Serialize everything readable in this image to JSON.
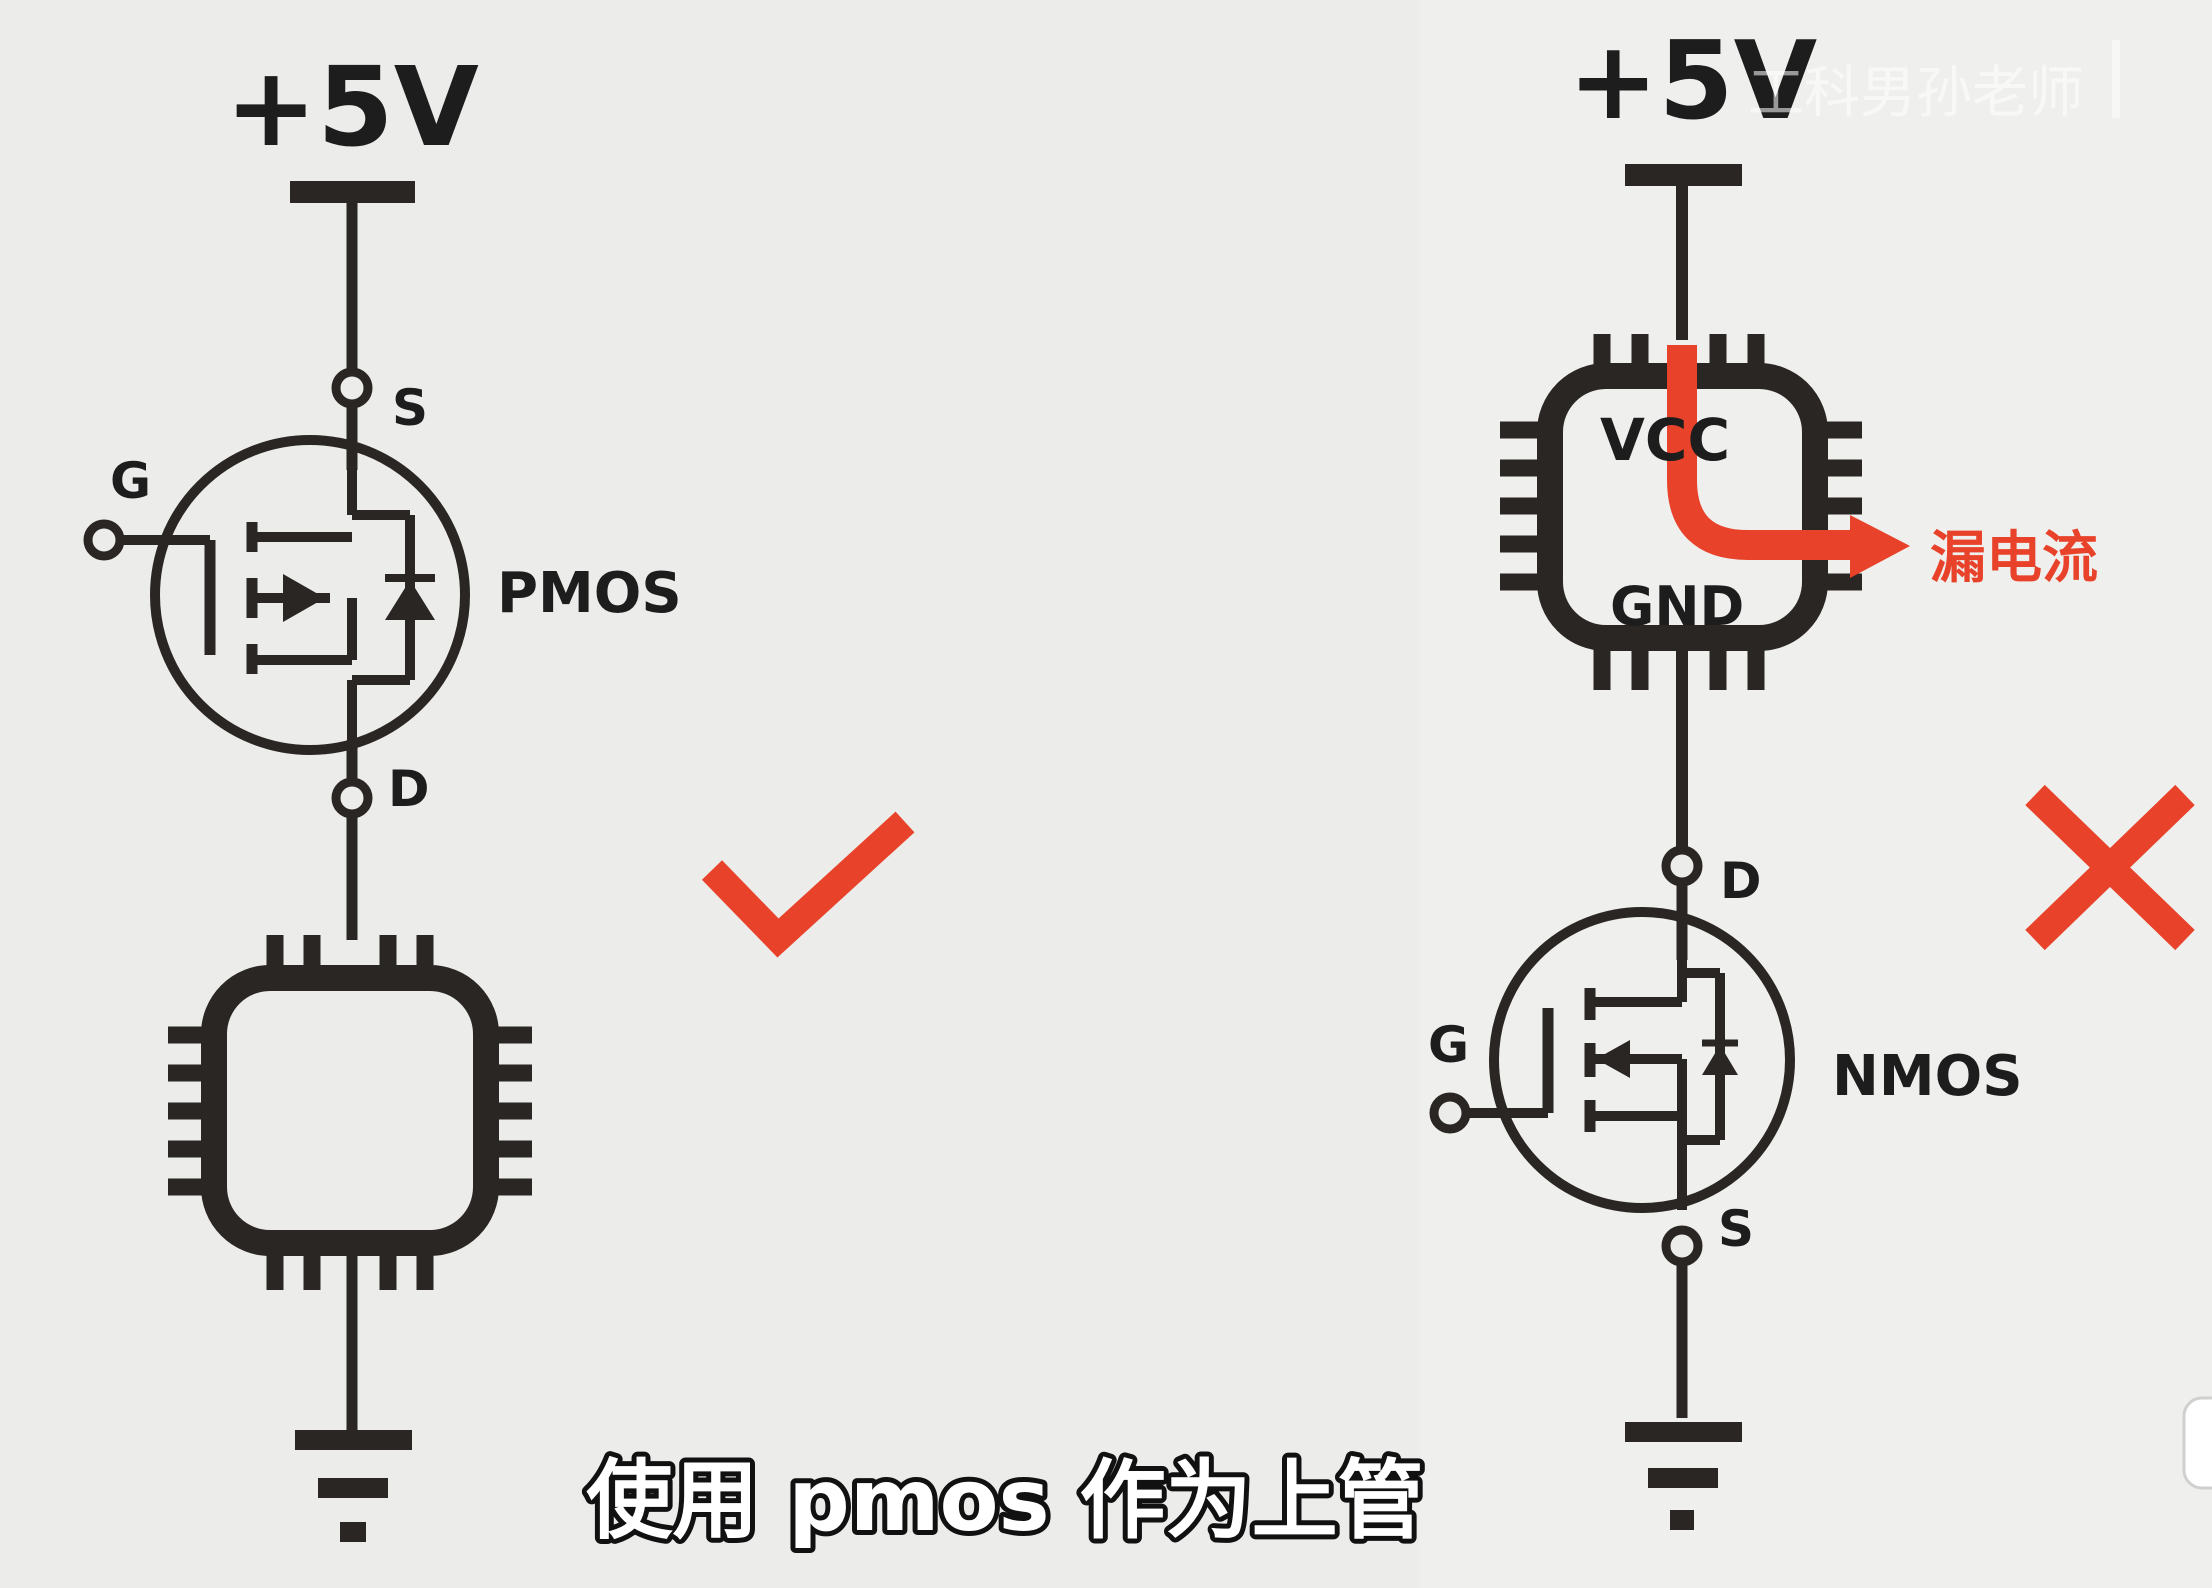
{
  "left": {
    "supply": "+5V",
    "pin_s": "S",
    "pin_g": "G",
    "pin_d": "D",
    "device": "PMOS"
  },
  "right": {
    "supply": "+5V",
    "chip_vcc": "VCC",
    "chip_gnd": "GND",
    "leak_label": "漏电流",
    "pin_d": "D",
    "pin_g": "G",
    "pin_s": "S",
    "device": "NMOS"
  },
  "watermark": "工科男孙老师",
  "subtitle": "使用 pmos 作为上管",
  "colors": {
    "line": "#2a2624",
    "accent": "#e8432a",
    "background": "#ececea"
  },
  "icons": {
    "correct": "check-icon",
    "wrong": "cross-icon"
  }
}
